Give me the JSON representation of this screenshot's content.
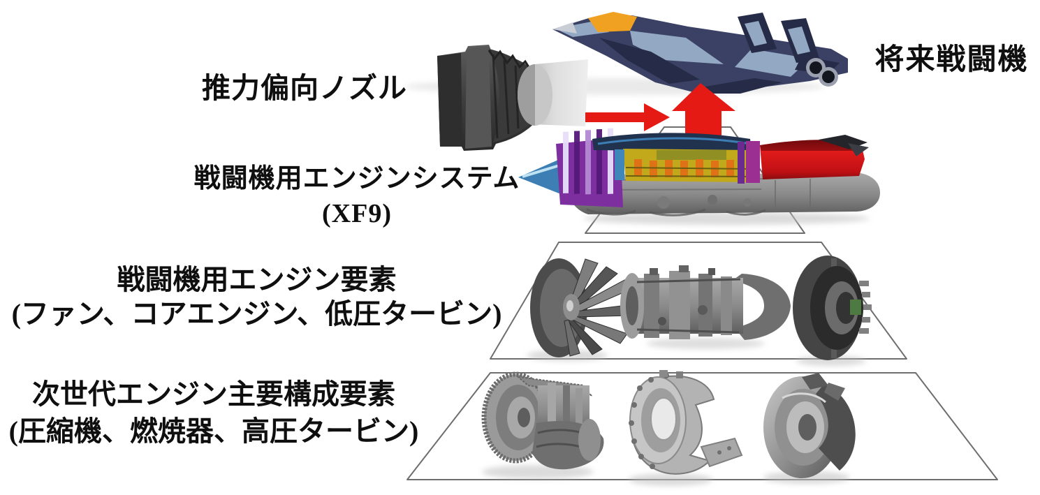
{
  "labels": {
    "thrust_nozzle": "推力偏向ノズル",
    "future_fighter": "将来戦闘機",
    "engine_system_line1": "戦闘機用エンジンシステム",
    "engine_system_line2": "(XF9)",
    "engine_elements_line1": "戦闘機用エンジン要素",
    "engine_elements_line2": "(ファン、コアエンジン、低圧タービン)",
    "next_gen_line1": "次世代エンジン主要構成要素",
    "next_gen_line2": "(圧縮機、燃焼器、高圧タービン)"
  },
  "figures": {
    "future_fighter": "future-fighter-aircraft",
    "thrust_nozzle": "thrust-vectoring-nozzle",
    "xf9_engine": "xf9-engine-cutaway",
    "fan": "fan-module",
    "core_engine": "core-engine-module",
    "lp_turbine": "low-pressure-turbine-module",
    "compressor": "compressor-module",
    "combustor": "combustor-module",
    "hp_turbine": "high-pressure-turbine-module",
    "up_arrow": "red-up-arrow",
    "right_arrow": "red-right-arrow",
    "pyramid": "three-tier-pyramid-outline"
  },
  "colors": {
    "accent_red": "#e61a15",
    "canopy_orange": "#f0a122",
    "jet_navy": "#3a4164",
    "jet_light_blue": "#93a9c3",
    "jet_dark_navy": "#262c47",
    "engine_purple": "#7d2fa0",
    "engine_cyan": "#3d7fb5",
    "engine_yellow": "#c2a91c",
    "engine_orange": "#df7116",
    "engine_magenta": "#9b2f92",
    "outline_gray": "#6e6e6e",
    "text_black": "#0f0f0f"
  }
}
